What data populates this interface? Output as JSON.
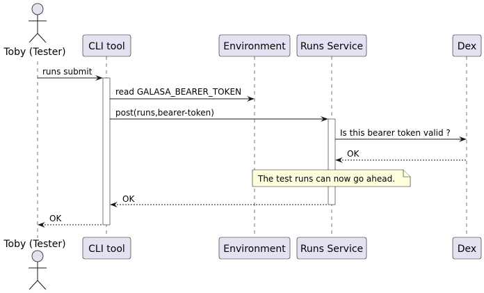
{
  "participants": {
    "tester": "Toby (Tester)",
    "cli": "CLI tool",
    "env": "Environment",
    "runs": "Runs Service",
    "dex": "Dex"
  },
  "messages": {
    "m1": "runs submit",
    "m2": "read GALASA_BEARER_TOKEN",
    "m3": "post(runs,bearer-token)",
    "m4": "Is this bearer token valid ?",
    "m5": "OK",
    "m6": "OK",
    "m7": "OK"
  },
  "note": "The test runs can now go ahead.",
  "colors": {
    "participant_fill": "#e2e2f0",
    "note_fill": "#feffdd",
    "line": "#181818"
  }
}
